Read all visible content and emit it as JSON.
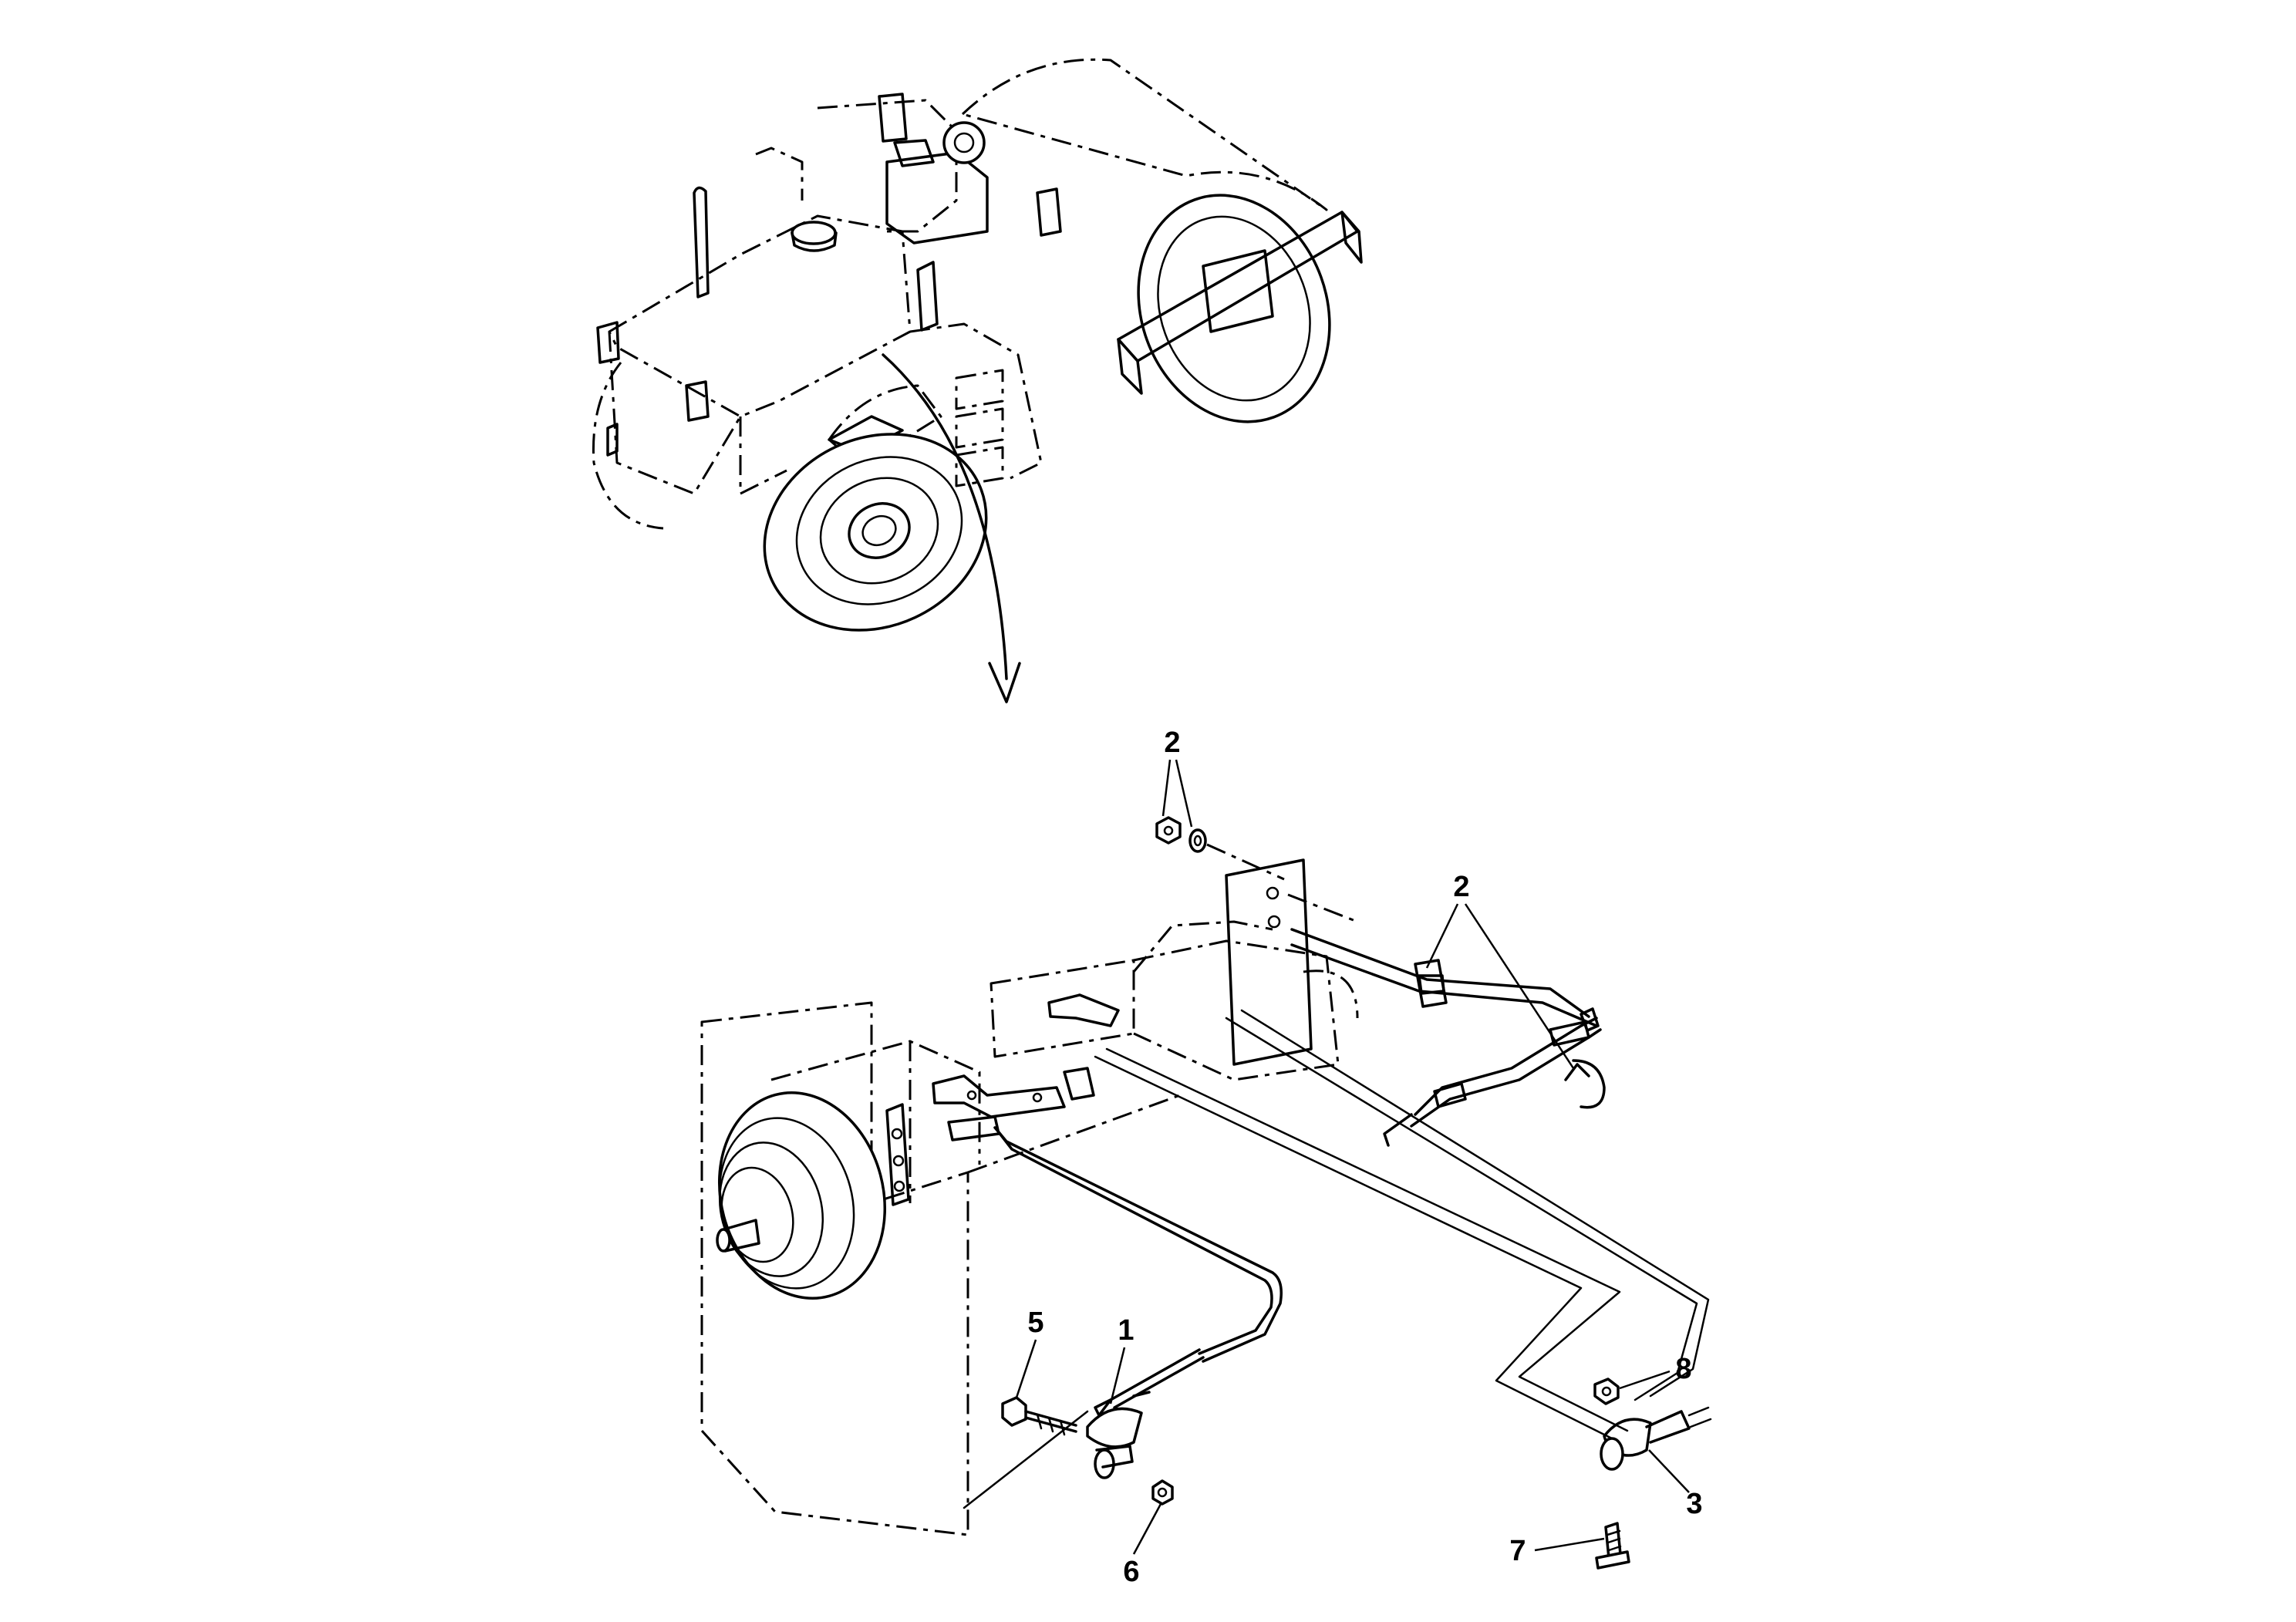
{
  "diagram": {
    "callouts": [
      {
        "id": "c2a",
        "label": "2"
      },
      {
        "id": "c2b",
        "label": "2"
      },
      {
        "id": "c5",
        "label": "5"
      },
      {
        "id": "c1",
        "label": "1"
      },
      {
        "id": "c8",
        "label": "8"
      },
      {
        "id": "c3",
        "label": "3"
      },
      {
        "id": "c7",
        "label": "7"
      },
      {
        "id": "c6",
        "label": "6"
      }
    ]
  }
}
